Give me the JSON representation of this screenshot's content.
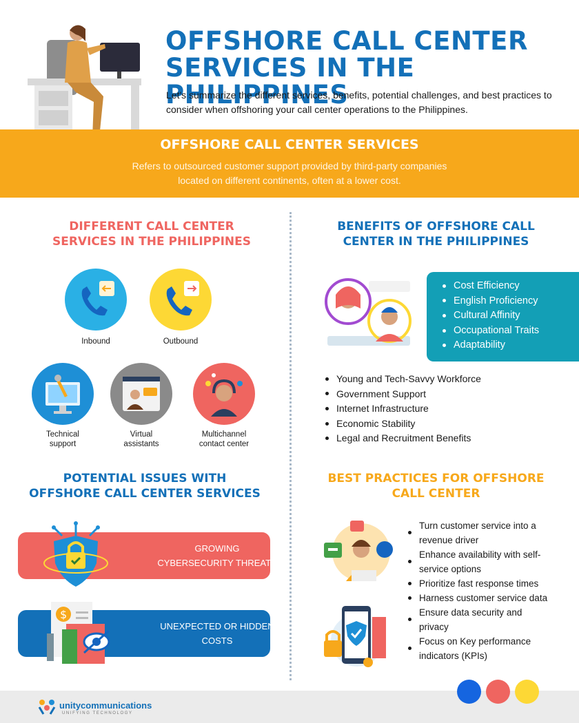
{
  "hero": {
    "title_line1": "OFFSHORE CALL CENTER",
    "title_line2": "SERVICES IN THE PHILIPPINES",
    "subtitle": "Let's summarize the different services, benefits, potential challenges, and best practices to consider when offshoring your call center operations to the Philippines."
  },
  "banner": {
    "title": "OFFSHORE CALL CENTER SERVICES",
    "text_line1": "Refers to outsourced customer support provided by third-party companies",
    "text_line2": "located on different continents, often at a lower cost."
  },
  "services": {
    "title_line1": "DIFFERENT CALL CENTER",
    "title_line2": "SERVICES IN THE PHILIPPINES",
    "items": [
      {
        "label": "Inbound",
        "icon": "phone-incoming-icon"
      },
      {
        "label": "Outbound",
        "icon": "phone-outgoing-icon"
      },
      {
        "label_line1": "Technical",
        "label_line2": "support",
        "icon": "computer-wrench-icon"
      },
      {
        "label_line1": "Virtual",
        "label_line2": "assistants",
        "icon": "video-call-icon"
      },
      {
        "label_line1": "Multichannel",
        "label_line2": "contact center",
        "icon": "headset-agent-icon"
      }
    ]
  },
  "benefits": {
    "title_line1": "BENEFITS OF OFFSHORE CALL",
    "title_line2": "CENTER IN THE PHILIPPINES",
    "highlighted": [
      "Cost Efficiency",
      "English Proficiency",
      "Cultural Affinity",
      "Occupational Traits",
      "Adaptability"
    ],
    "more": [
      "Young and Tech-Savvy Workforce",
      "Government Support",
      "Internet Infrastructure",
      "Economic Stability",
      "Legal and Recruitment Benefits"
    ]
  },
  "issues": {
    "title_line1": "POTENTIAL ISSUES WITH",
    "title_line2": "OFFSHORE CALL CENTER SERVICES",
    "items": [
      {
        "line1": "GROWING",
        "line2": "CYBERSECURITY THREATS",
        "color": "#ef6560"
      },
      {
        "line1": "UNEXPECTED OR HIDDEN",
        "line2": "COSTS",
        "color": "#1370b8"
      }
    ]
  },
  "best_practices": {
    "title_line1": "BEST PRACTICES FOR OFFSHORE",
    "title_line2": "CALL CENTER",
    "items": [
      {
        "line1": "Turn customer service into a",
        "line2": "revenue driver"
      },
      {
        "line1": "Enhance availability with self-",
        "line2": "service options"
      },
      {
        "line1": "Prioritize fast response times"
      },
      {
        "line1": "Harness customer service data"
      },
      {
        "line1": "Ensure data security and",
        "line2": "privacy"
      },
      {
        "line1": "Focus on Key performance",
        "line2": "indicators (KPIs)"
      }
    ]
  },
  "footer": {
    "brand_name": "unitycommunications",
    "tagline": "UNIFYING TECHNOLOGY",
    "dot_colors": [
      "#1565e0",
      "#ef6560",
      "#fdd835"
    ]
  },
  "colors": {
    "blue": "#1370b8",
    "red": "#ef6560",
    "orange": "#f7a81b",
    "teal": "#139fb6"
  }
}
